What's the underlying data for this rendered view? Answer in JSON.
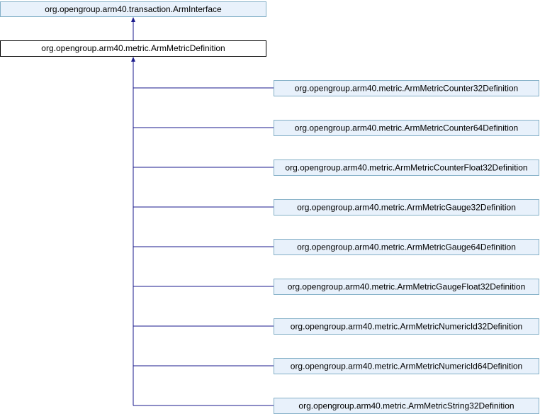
{
  "colors": {
    "link_fill": "#e8f1fb",
    "link_stroke": "#84b0c7",
    "current_fill": "#ffffff",
    "current_stroke": "#000000",
    "edge": "#1a1a8c"
  },
  "diagram": {
    "parent": {
      "label": "org.opengroup.arm40.transaction.ArmInterface"
    },
    "current": {
      "label": "org.opengroup.arm40.metric.ArmMetricDefinition"
    },
    "subclasses": [
      {
        "label": "org.opengroup.arm40.metric.ArmMetricCounter32Definition"
      },
      {
        "label": "org.opengroup.arm40.metric.ArmMetricCounter64Definition"
      },
      {
        "label": "org.opengroup.arm40.metric.ArmMetricCounterFloat32Definition"
      },
      {
        "label": "org.opengroup.arm40.metric.ArmMetricGauge32Definition"
      },
      {
        "label": "org.opengroup.arm40.metric.ArmMetricGauge64Definition"
      },
      {
        "label": "org.opengroup.arm40.metric.ArmMetricGaugeFloat32Definition"
      },
      {
        "label": "org.opengroup.arm40.metric.ArmMetricNumericId32Definition"
      },
      {
        "label": "org.opengroup.arm40.metric.ArmMetricNumericId64Definition"
      },
      {
        "label": "org.opengroup.arm40.metric.ArmMetricString32Definition"
      }
    ]
  }
}
